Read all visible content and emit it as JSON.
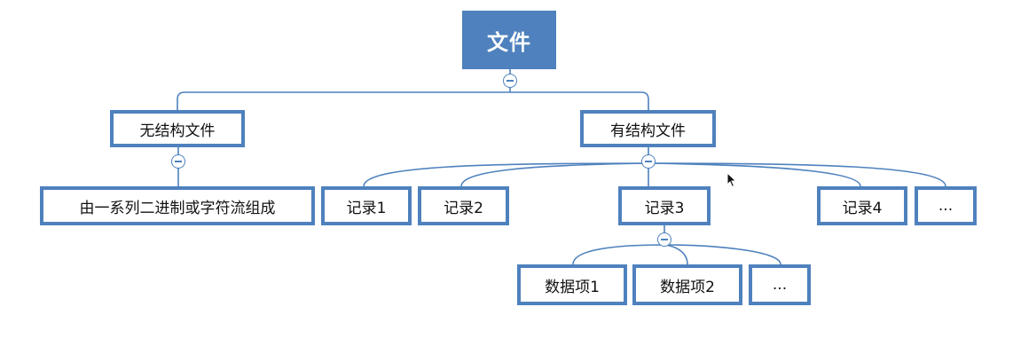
{
  "diagram": {
    "root": {
      "label": "文件"
    },
    "unstructured": {
      "label": "无结构文件",
      "child": "由一系列二进制或字符流组成"
    },
    "structured": {
      "label": "有结构文件",
      "records": [
        "记录1",
        "记录2",
        "记录3",
        "记录4",
        "..."
      ]
    },
    "record3": {
      "items": [
        "数据项1",
        "数据项2",
        "..."
      ]
    }
  },
  "colors": {
    "node_border": "#4e81bd",
    "root_fill": "#4e81bd",
    "connector": "#4e81bd"
  }
}
